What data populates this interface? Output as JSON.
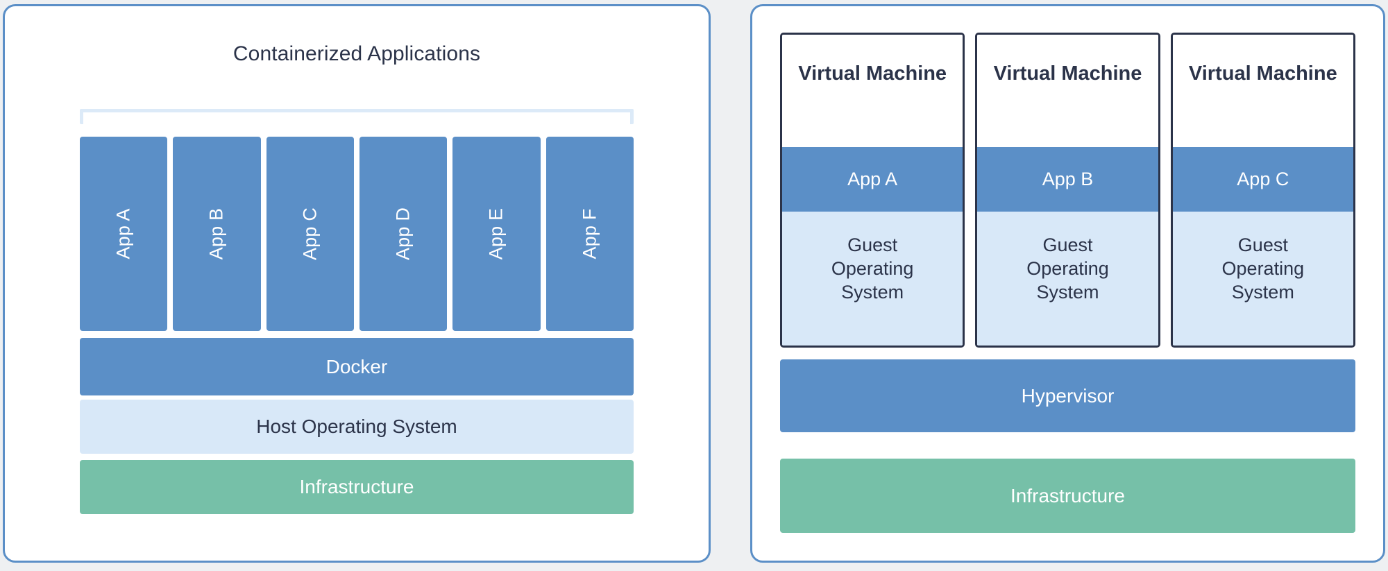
{
  "colors": {
    "background": "#eef0f2",
    "panel_border": "#5b8fc7",
    "panel_fill": "#ffffff",
    "accent_blue": "#5b8fc7",
    "light_blue": "#d8e8f8",
    "bracket_blue": "#dceaf8",
    "green": "#76c0a8",
    "dark_navy": "#2b3349"
  },
  "containers_panel": {
    "title": "Containerized Applications",
    "apps": [
      {
        "label": "App A"
      },
      {
        "label": "App B"
      },
      {
        "label": "App C"
      },
      {
        "label": "App D"
      },
      {
        "label": "App E"
      },
      {
        "label": "App F"
      }
    ],
    "layers": [
      {
        "label": "Docker"
      },
      {
        "label": "Host Operating System"
      },
      {
        "label": "Infrastructure"
      }
    ]
  },
  "vm_panel": {
    "machines": [
      {
        "title": "Virtual Machine",
        "app": "App A",
        "guest_os": "Guest\nOperating\nSystem"
      },
      {
        "title": "Virtual Machine",
        "app": "App B",
        "guest_os": "Guest\nOperating\nSystem"
      },
      {
        "title": "Virtual Machine",
        "app": "App C",
        "guest_os": "Guest\nOperating\nSystem"
      }
    ],
    "layers": [
      {
        "label": "Hypervisor"
      },
      {
        "label": "Infrastructure"
      }
    ]
  }
}
